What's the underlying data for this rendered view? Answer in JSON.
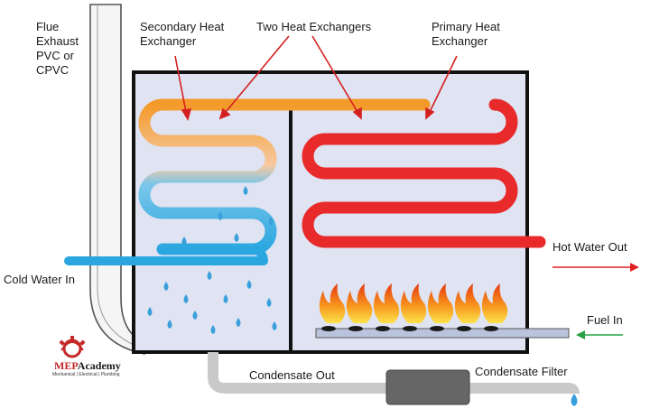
{
  "labels": {
    "flue_exhaust": "Flue Exhaust PVC or CPVC",
    "secondary_hx": "Secondary Heat Exchanger",
    "two_hx": "Two Heat Exchangers",
    "primary_hx": "Primary Heat Exchanger",
    "hot_water_out": "Hot Water Out",
    "cold_water_in": "Cold Water In",
    "fuel_in": "Fuel In",
    "condensate_out": "Condensate Out",
    "condensate_filter": "Condensate Filter"
  },
  "logo": {
    "name_part1": "MEP",
    "name_part2": "Academy",
    "tagline": "Mechanical | Electrical | Plumbing"
  },
  "colors": {
    "box_fill": "#dfe3f2",
    "box_stroke": "#111111",
    "primary_coil": "#e82a2a",
    "secondary_coil_hot": "#f39a2a",
    "secondary_coil_cold": "#2aa7e0",
    "cold_water_pipe": "#2aa7e0",
    "hot_arrow": "#e02020",
    "fuel_arrow": "#27a344",
    "condensate_pipe": "#c9c9c9",
    "filter": "#666666"
  },
  "icons": [
    "flame-icon",
    "water-droplet-icon",
    "gear-logo-icon"
  ]
}
